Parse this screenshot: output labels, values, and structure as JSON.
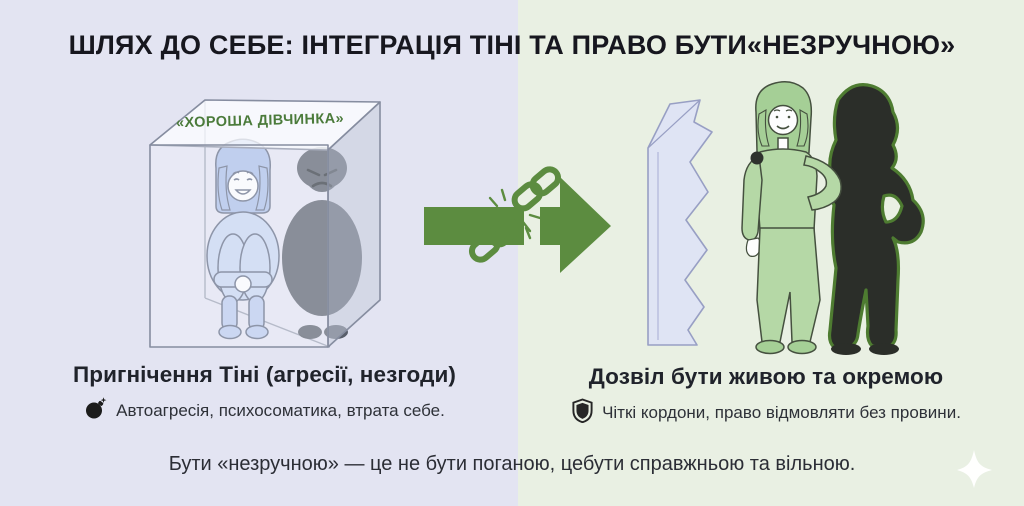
{
  "title": "ШЛЯХ ДО СЕБЕ: ІНТЕГРАЦІЯ ТІНІ ТА ПРАВО БУТИ«НЕЗРУЧНОЮ»",
  "left_panel": {
    "box_label": "«ХОРОША ДІВЧИНКА»",
    "heading": "Пригнічення Тіні (агресії, незгоди)",
    "subtext": "Автоагресія, психосоматика, втрата себе.",
    "sub_icon": "bomb-icon"
  },
  "right_panel": {
    "heading": "Дозвіл бути живою та окремою",
    "subtext": "Чіткі кордони, право відмовляти без провини.",
    "sub_icon": "shield-icon"
  },
  "divider": {
    "icon": "broken-chain-arrow-icon"
  },
  "footer": {
    "text": "Бути «незручною» — це не бути поганою, цебути справжньою та вільною."
  },
  "corner": {
    "icon": "sparkle-icon"
  },
  "colors": {
    "left_bg": "#e3e4f2",
    "right_bg": "#e9f0e3",
    "title_text": "#17171f",
    "accent_green": "#5c8c40",
    "label_green": "#4b7b3b",
    "figure_blue": "#c6d4f1",
    "hair_blue": "#a9bde7",
    "box_shadow_figure": "#4e5460",
    "figure_green": "#b5d8a6",
    "integrated_shadow": "#2b2e29",
    "shadow_outline_green": "#4e7c31",
    "wall_fill": "#dde1f6"
  }
}
